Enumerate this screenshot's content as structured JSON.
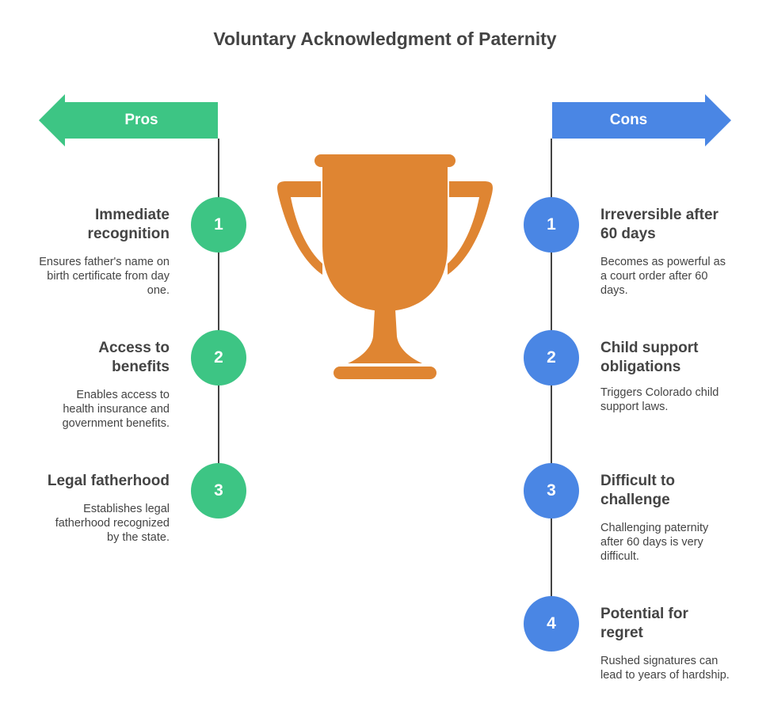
{
  "title": "Voluntary Acknowledgment of Paternity",
  "colors": {
    "pros": "#3dc584",
    "cons": "#4a86e4",
    "trophy": "#df8532",
    "text": "#444444"
  },
  "pros": {
    "label": "Pros",
    "items": [
      {
        "number": "1",
        "title": "Immediate recognition",
        "desc": "Ensures father's name on birth certificate from day one."
      },
      {
        "number": "2",
        "title": "Access to benefits",
        "desc": "Enables access to health insurance and government benefits."
      },
      {
        "number": "3",
        "title": "Legal fatherhood",
        "desc": "Establishes legal fatherhood recognized by the state."
      }
    ]
  },
  "cons": {
    "label": "Cons",
    "items": [
      {
        "number": "1",
        "title": "Irreversible after 60 days",
        "desc": "Becomes as powerful as a court order after 60 days."
      },
      {
        "number": "2",
        "title": "Child support obligations",
        "desc": "Triggers Colorado child support laws."
      },
      {
        "number": "3",
        "title": "Difficult to challenge",
        "desc": "Challenging paternity after 60 days is very difficult."
      },
      {
        "number": "4",
        "title": "Potential for regret",
        "desc": "Rushed signatures can lead to years of hardship."
      }
    ]
  },
  "center_icon": "trophy-icon"
}
